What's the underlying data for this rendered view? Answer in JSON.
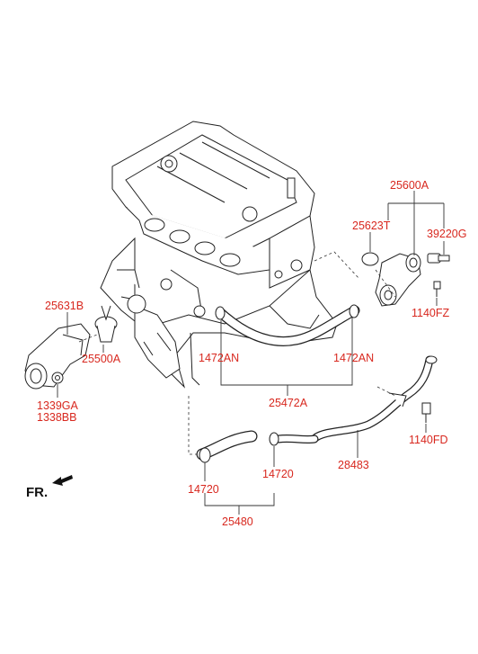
{
  "direction_label": "FR.",
  "labels": {
    "p25600A": "25600A",
    "p25623T": "25623T",
    "p39220G": "39220G",
    "p1140FZ": "1140FZ",
    "p25631B": "25631B",
    "p25500A": "25500A",
    "p1339GA": "1339GA",
    "p1338BB": "1338BB",
    "p1472AN_left": "1472AN",
    "p1472AN_right": "1472AN",
    "p25472A": "25472A",
    "p1140FD": "1140FD",
    "p28483": "28483",
    "p14720_left": "14720",
    "p14720_right": "14720",
    "p25480": "25480"
  },
  "colors": {
    "label": "#d8281f",
    "line": "#333333"
  }
}
